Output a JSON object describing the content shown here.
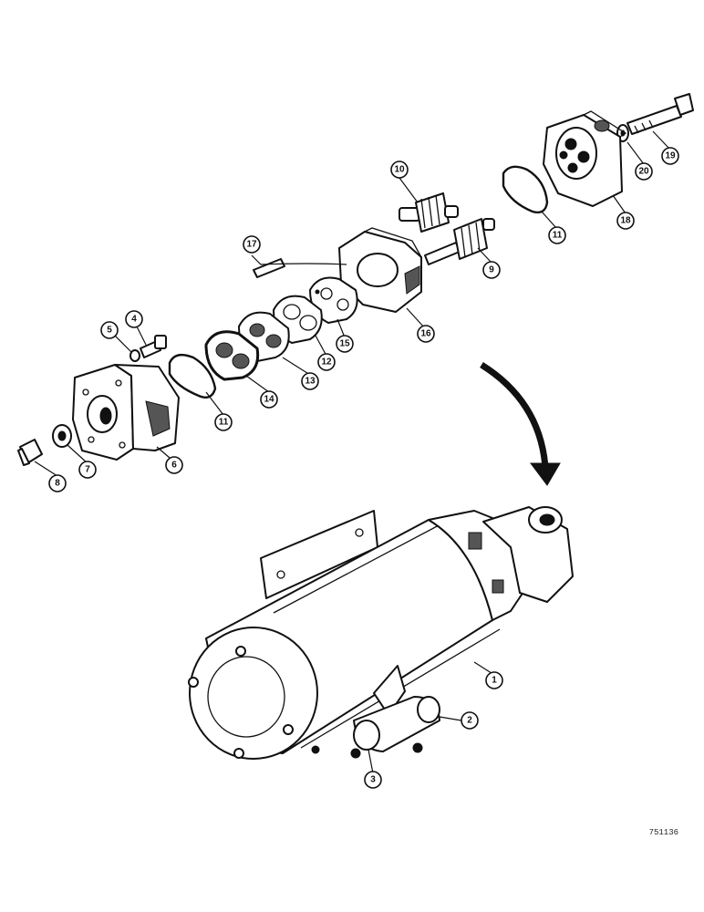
{
  "diagram": {
    "reference_code": "751136",
    "callouts": [
      "1",
      "2",
      "3",
      "4",
      "5",
      "6",
      "7",
      "8",
      "9",
      "10",
      "11",
      "11",
      "12",
      "13",
      "14",
      "15",
      "16",
      "17",
      "18",
      "19",
      "20"
    ]
  }
}
